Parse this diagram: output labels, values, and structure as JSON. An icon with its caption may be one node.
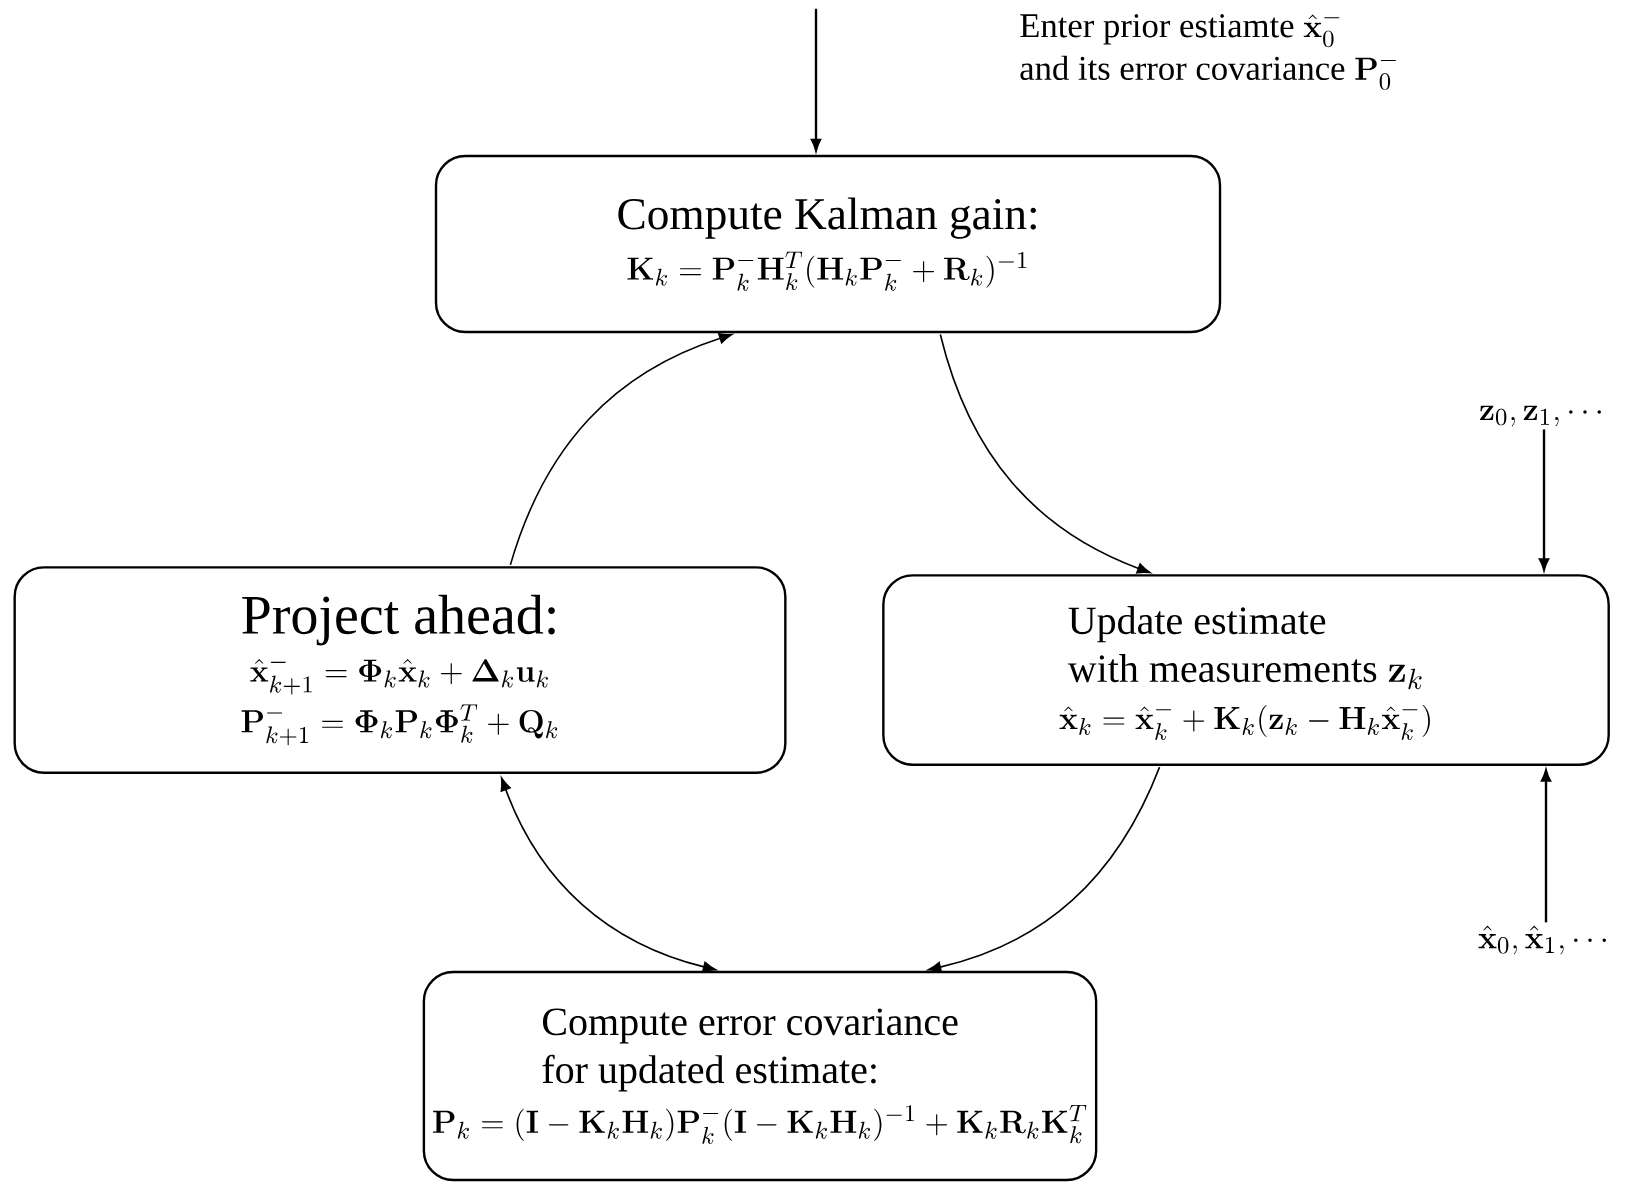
{
  "diagram": {
    "nodes": [
      {
        "text": [
          "Enter prior estiamte",
          "\\hat{\\mathbf{x}}_0^-",
          "and its error covariance",
          "\\mathbf{P}_0^-"
        ]
      },
      {
        "text": [
          "Compute Kalman gain:",
          "\\mathbf{K}_k = \\mathbf{P}_k^- \\mathbf{H}_k^T (\\mathbf{H}_k \\mathbf{P}_k^- + \\mathbf{R}_k)^{-1}"
        ]
      },
      {
        "text": [
          "Project ahead:",
          "\\hat{\\mathbf{x}}_{k+1}^- = \\mathbf{\\Phi}_k \\hat{\\mathbf{x}}_k + \\mathbf{\\Delta}_k \\mathbf{u}_k",
          "\\mathbf{P}_{k+1}^- = \\mathbf{\\Phi}_k \\mathbf{P}_k \\mathbf{\\Phi}_k^T + \\mathbf{Q}_k"
        ]
      },
      {
        "text": [
          "Update estimate",
          "with measurements",
          "\\mathbf{z}_k",
          "\\hat{\\mathbf{x}}_k = \\hat{\\mathbf{x}}_k^- + \\mathbf{K}_k (\\mathbf{z}_k - \\mathbf{H}_k \\hat{\\mathbf{x}}_k^-)"
        ]
      },
      {
        "text": [
          "Compute error covariance for updated estimate:",
          "\\mathbf{P}_k = (\\mathbf{I} - \\mathbf{K}_k \\mathbf{H}_k) \\mathbf{P}_k^- (\\mathbf{I} - \\mathbf{K}_k \\mathbf{H}_k)^{-1} + \\mathbf{K}_k \\mathbf{R}_k \\mathbf{K}_k^T"
        ]
      },
      {
        "text": [
          "\\mathbf{z}_0, \\mathbf{z}_1, \\cdots"
        ]
      },
      {
        "text": [
          "\\hat{\\mathbf{x}}_0, \\hat{\\mathbf{x}}_1, \\cdots"
        ]
      }
    ],
    "edges": [
      {
        "from": null,
        "to": 1,
        "arrow": "to"
      },
      {
        "from": 1,
        "to": 3,
        "arrow": "to"
      },
      {
        "from": 3,
        "to": 4,
        "arrow": "to"
      },
      {
        "from": 4,
        "to": 2,
        "arrow": "both"
      },
      {
        "from": 2,
        "to": 1,
        "arrow": "to"
      },
      {
        "from": 5,
        "to": 3,
        "arrow": "to"
      },
      {
        "from": 6,
        "to": 3,
        "arrow": "to"
      }
    ]
  }
}
